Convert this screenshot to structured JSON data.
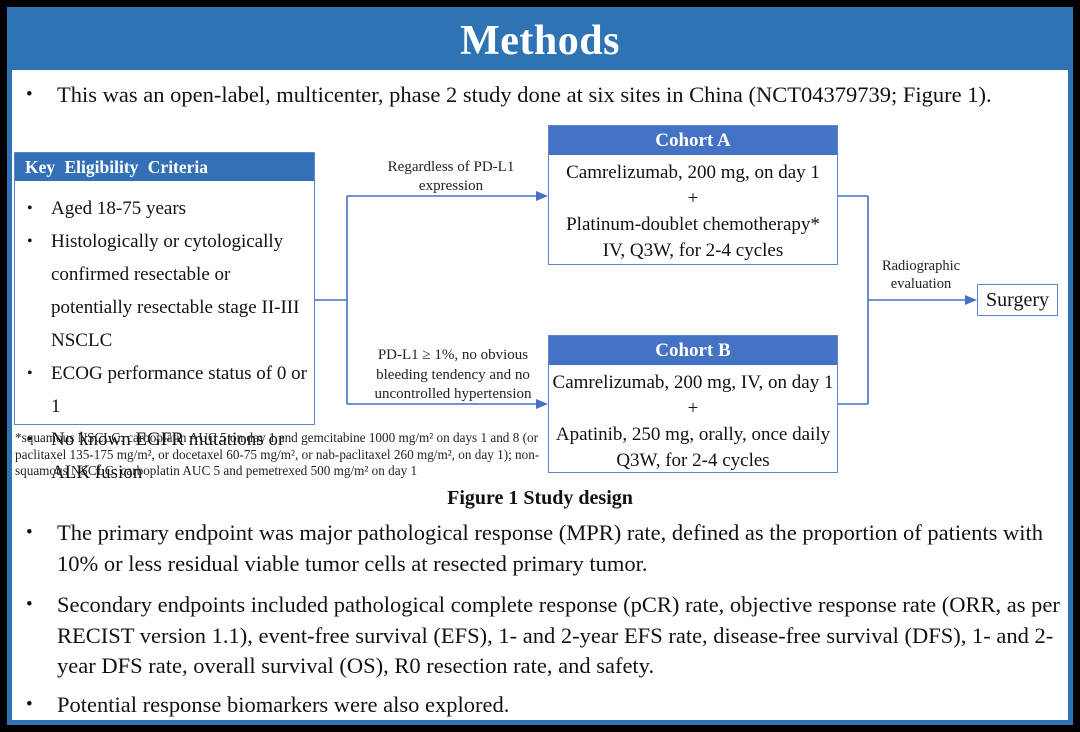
{
  "slide": {
    "title": "Methods"
  },
  "glyphs": {
    "bullet": "•"
  },
  "colors": {
    "banner_blue": "#2E74B5",
    "header_blue": "#4472C4",
    "box_border_blue": "#5B85D1",
    "connector_blue": "#4472C4",
    "frame_black": "#000000",
    "background": "#FFFFFF"
  },
  "intro_bullet": "This was an open-label, multicenter, phase 2 study done at six sites in China (NCT04379739; Figure 1).",
  "figure": {
    "eligibility": {
      "title": "Key Eligibility Criteria",
      "items": [
        "Aged 18-75 years",
        "Histologically or cytologically confirmed resectable or potentially resectable stage II-III NSCLC",
        "ECOG performance status of 0 or 1",
        "No known EGFR mutations or ALK fusion"
      ]
    },
    "footnote": "*squamous NSCLC: carboplatin AUC 5 on day 1 and gemcitabine 1000 mg/m² on days 1 and 8 (or paclitaxel 135-175 mg/m², or docetaxel 60-75 mg/m², or nab-paclitaxel 260 mg/m², on day 1); non-squamous NSCLC: carboplatin AUC 5 and pemetrexed 500 mg/m² on day 1",
    "branch_labels": {
      "cohort_a": "Regardless of PD-L1 expression",
      "cohort_b": "PD-L1 ≥ 1%, no obvious bleeding tendency and no uncontrolled hypertension"
    },
    "cohort_a": {
      "title": "Cohort A",
      "lines": [
        "Camrelizumab, 200 mg, on day 1",
        "+",
        "Platinum-doublet chemotherapy*",
        "IV, Q3W, for 2-4 cycles"
      ]
    },
    "cohort_b": {
      "title": "Cohort B",
      "lines": [
        "Camrelizumab, 200 mg, IV, on day 1",
        "+",
        "Apatinib, 250 mg, orally, once daily",
        "Q3W, for 2-4 cycles"
      ]
    },
    "evaluation_label": "Radiographic evaluation",
    "surgery_label": "Surgery",
    "caption": "Figure 1 Study design"
  },
  "bullets": [
    "The primary endpoint was major pathological response (MPR) rate, defined as the proportion of patients with 10% or less residual viable tumor cells at resected primary tumor.",
    "Secondary endpoints included pathological complete response (pCR) rate, objective response rate (ORR, as per RECIST version 1.1), event-free survival (EFS), 1- and 2-year EFS rate, disease-free survival (DFS), 1- and 2-year DFS rate, overall survival (OS), R0 resection rate, and safety.",
    "Potential response biomarkers were also explored."
  ]
}
